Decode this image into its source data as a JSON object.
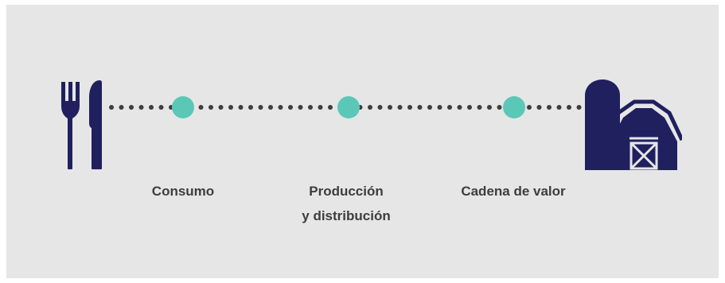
{
  "icons": [
    "fork-knife-icon",
    "barn-silo-icon"
  ],
  "colors": {
    "background": "#e6e6e6",
    "icon": "#20205f",
    "dots": "#3d3d3d",
    "milestone": "#5bc8b7",
    "label": "#3d3d3d"
  },
  "stages": [
    {
      "label_line1": "Consumo",
      "label_line2": ""
    },
    {
      "label_line1": "Producción",
      "label_line2": "y distribución"
    },
    {
      "label_line1": "Cadena de valor",
      "label_line2": ""
    }
  ]
}
